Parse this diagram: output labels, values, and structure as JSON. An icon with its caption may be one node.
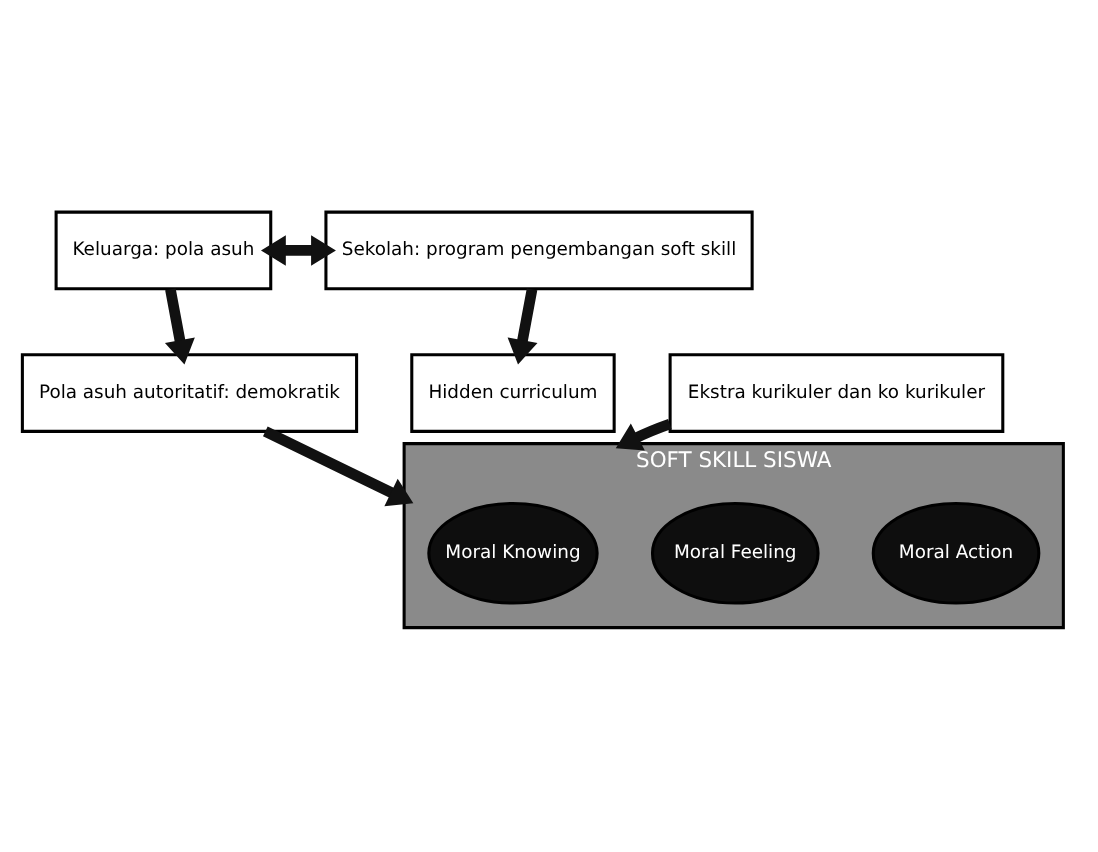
{
  "diagram": {
    "nodes": [
      {
        "text": [
          "Keluarga: pola asuh"
        ]
      },
      {
        "text": [
          "Sekolah: program pengembangan soft skill"
        ]
      },
      {
        "text": [
          "Pola asuh autoritatif: demokratik"
        ]
      },
      {
        "text": [
          "Hidden curriculum"
        ]
      },
      {
        "text": [
          "Ekstra kurikuler dan ko kurikuler"
        ]
      },
      {
        "text": [
          "SOFT SKILL SISWA"
        ]
      },
      {
        "text": [
          "Moral Knowing"
        ],
        "in": 5
      },
      {
        "text": [
          "Moral Feeling"
        ],
        "in": 5
      },
      {
        "text": [
          "Moral Action"
        ],
        "in": 5
      }
    ],
    "edges": [
      {
        "from": 0,
        "to": 1,
        "arrow": "both"
      },
      {
        "from": 0,
        "to": 2,
        "arrow": "to"
      },
      {
        "from": 1,
        "to": 3,
        "arrow": "to"
      },
      {
        "from": 2,
        "to": 5,
        "arrow": "to"
      },
      {
        "from": 4,
        "to": 5,
        "arrow": "to"
      }
    ]
  }
}
